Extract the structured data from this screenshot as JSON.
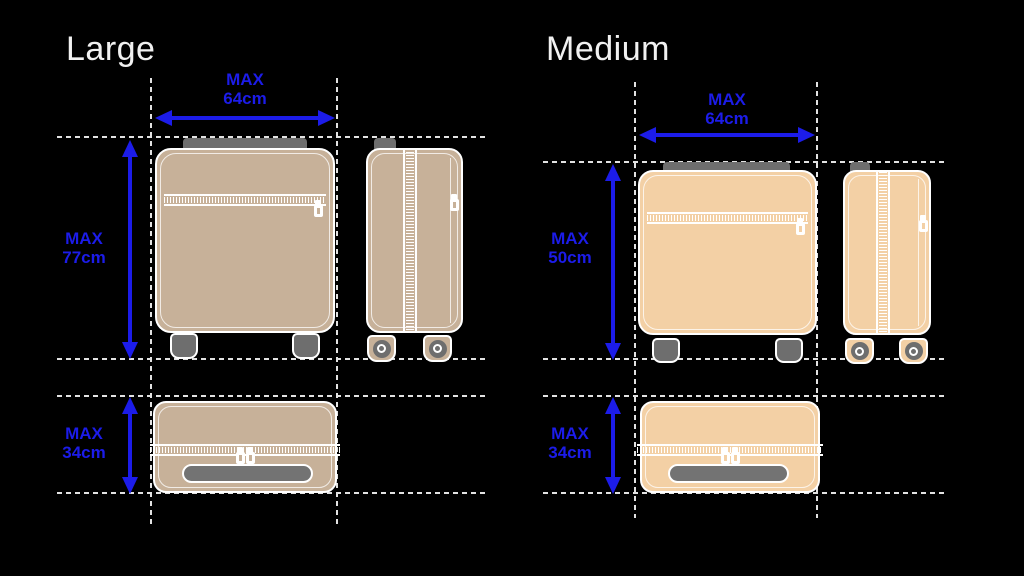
{
  "page": {
    "background": "#000000",
    "accent": "#1c1ce9",
    "guide_color": "#e2e2e2",
    "title_color": "#f1f1f1",
    "hardware_color": "#6e6e6e",
    "grip_color": "#737373"
  },
  "sections": [
    {
      "id": "large",
      "title": "Large",
      "case_color": "#c7b199",
      "dimensions": {
        "width": {
          "label": "MAX",
          "value": "64cm"
        },
        "height": {
          "label": "MAX",
          "value": "77cm"
        },
        "depth": {
          "label": "MAX",
          "value": "34cm"
        }
      }
    },
    {
      "id": "medium",
      "title": "Medium",
      "case_color": "#f3d0a5",
      "dimensions": {
        "width": {
          "label": "MAX",
          "value": "64cm"
        },
        "height": {
          "label": "MAX",
          "value": "50cm"
        },
        "depth": {
          "label": "MAX",
          "value": "34cm"
        }
      }
    }
  ]
}
